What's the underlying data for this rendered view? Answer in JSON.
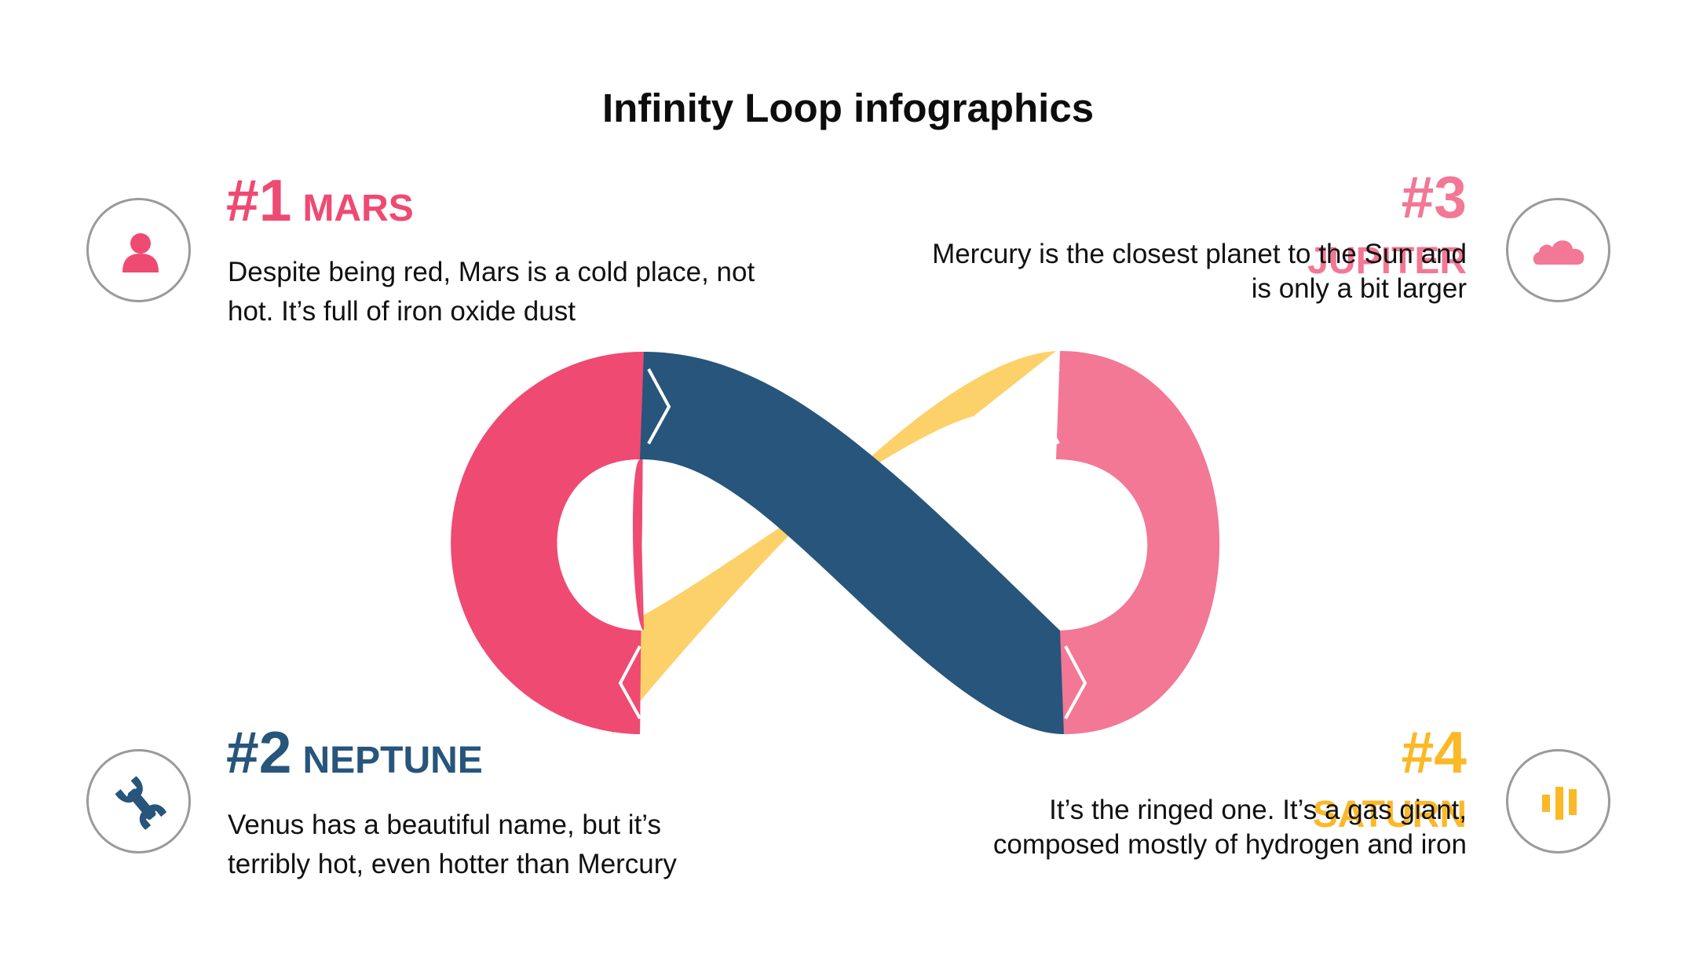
{
  "title": "Infinity Loop infographics",
  "colors": {
    "red": "#EF4A72",
    "navy": "#27557B",
    "yellow": "#FDD16A",
    "pink": "#F27895",
    "orange": "#FBB827",
    "ring": "#9A9A9A"
  },
  "items": [
    {
      "number": "#1",
      "name": "MARS",
      "description_line1": "Despite being red, Mars is a cold place, not",
      "description_line2": "hot. It’s full of iron oxide dust",
      "icon": "user-icon",
      "color": "#EF4A72"
    },
    {
      "number": "#2",
      "name": "NEPTUNE",
      "description_line1": "Venus has a beautiful name, but it’s",
      "description_line2": "terribly hot, even hotter than Mercury",
      "icon": "wrench-icon",
      "color": "#27557B"
    },
    {
      "number": "#3",
      "name": "JUPITER",
      "description_line1": "Mercury is the closest planet to the Sun and",
      "description_line2": "is only a bit larger",
      "icon": "cloud-icon",
      "color": "#F27895"
    },
    {
      "number": "#4",
      "name": "SATURN",
      "description_line1": "It’s the ringed one. It’s a gas giant,",
      "description_line2": "composed mostly of hydrogen and iron",
      "icon": "bar-chart-icon",
      "color": "#FBB827"
    }
  ]
}
